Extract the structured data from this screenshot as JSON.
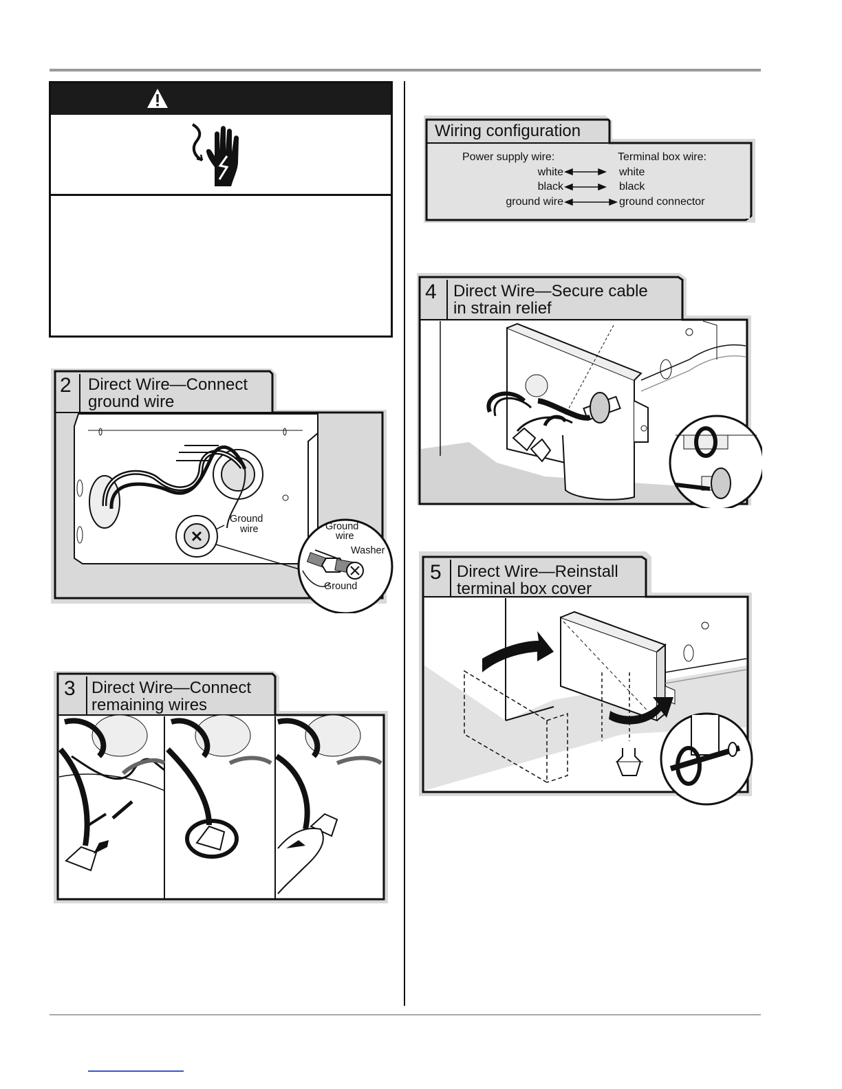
{
  "figures": {
    "fig2": {
      "number": "2",
      "title_line1": "Direct Wire—Connect",
      "title_line2": "ground wire",
      "callouts": {
        "ground_wire_main_1": "Ground",
        "ground_wire_main_2": "wire",
        "inset_ground_wire_1": "Ground",
        "inset_ground_wire_2": "wire",
        "inset_washer": "Washer",
        "inset_ground": "Ground"
      }
    },
    "fig3": {
      "number": "3",
      "title_line1": "Direct Wire—Connect",
      "title_line2": "remaining wires"
    },
    "fig4": {
      "number": "4",
      "title_line1": "Direct Wire—Secure cable",
      "title_line2": "in strain relief"
    },
    "fig5": {
      "number": "5",
      "title_line1": "Direct Wire—Reinstall",
      "title_line2": "terminal box cover"
    }
  },
  "wiring_config": {
    "title": "Wiring configuration",
    "left_header": "Power supply wire:",
    "right_header": "Terminal box wire:",
    "rows": [
      {
        "left": "white",
        "right": "white"
      },
      {
        "left": "black",
        "right": "black"
      },
      {
        "left": "ground wire",
        "right": "ground connector"
      }
    ]
  },
  "icons": {
    "warning": "warning-triangle-icon",
    "shock": "electric-shock-hand-icon"
  },
  "colors": {
    "panel_gray": "#d9d9d9",
    "rule_gray": "#9a9a9a",
    "ink": "#111111"
  }
}
